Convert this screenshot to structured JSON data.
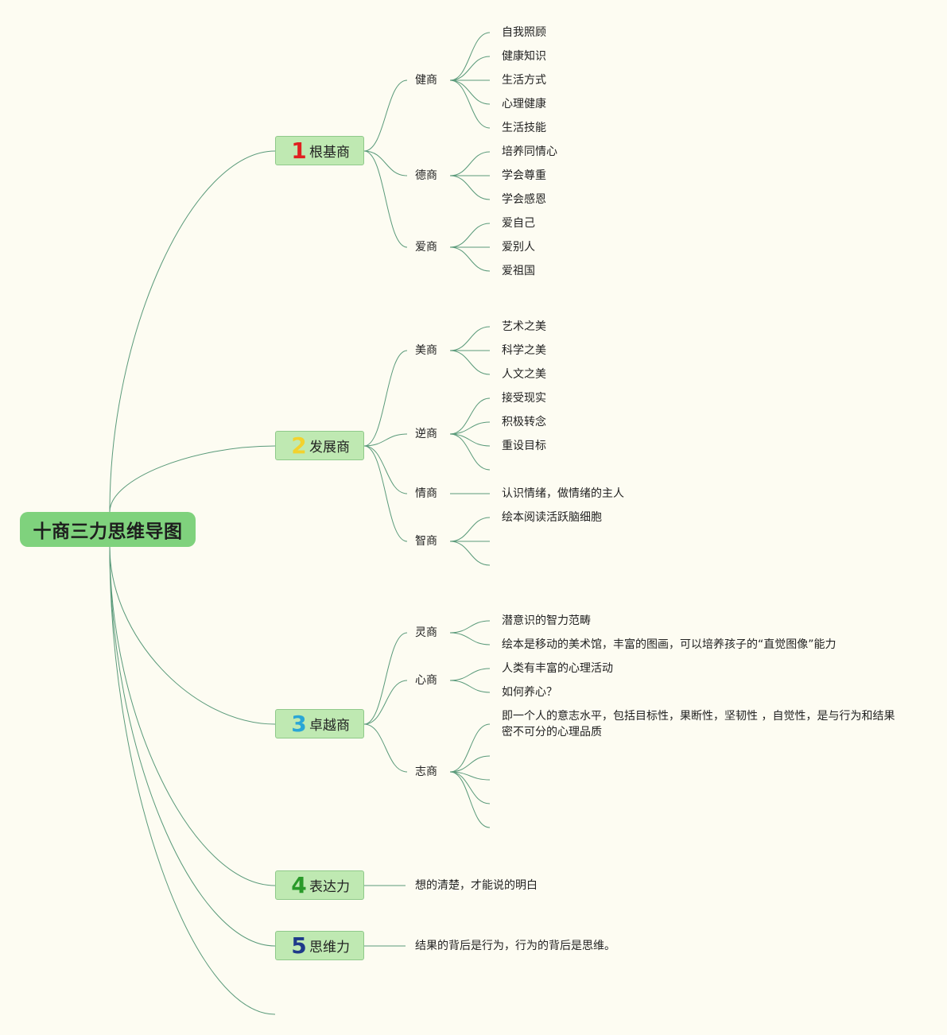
{
  "root": {
    "title": "十商三力思维导图"
  },
  "colors": {
    "background": "#fdfcf2",
    "root_fill": "#7fd27d",
    "branch_fill": "#bfe9b2",
    "line": "#5a9a7a"
  },
  "branches": [
    {
      "number": "1",
      "number_color": "#e02020",
      "label": "根基商",
      "subs": [
        {
          "label": "健商",
          "leaves": [
            "自我照顾",
            "健康知识",
            "生活方式",
            "心理健康",
            "生活技能"
          ]
        },
        {
          "label": "德商",
          "leaves": [
            "培养同情心",
            "学会尊重",
            "学会感恩"
          ]
        },
        {
          "label": "爱商",
          "leaves": [
            "爱自己",
            "爱别人",
            "爱祖国"
          ]
        }
      ]
    },
    {
      "number": "2",
      "number_color": "#f2d22e",
      "label": "发展商",
      "subs": [
        {
          "label": "美商",
          "leaves": [
            "艺术之美",
            "科学之美",
            "人文之美"
          ]
        },
        {
          "label": "逆商",
          "leaves": [
            "接受现实",
            "积极转念",
            "重设目标",
            ""
          ]
        },
        {
          "label": "情商",
          "leaves": [
            "认识情绪，做情绪的主人"
          ]
        },
        {
          "label": "智商",
          "leaves": [
            "绘本阅读活跃脑细胞",
            "",
            ""
          ]
        }
      ]
    },
    {
      "number": "3",
      "number_color": "#2aa6d6",
      "label": "卓越商",
      "subs": [
        {
          "label": "灵商",
          "leaves": [
            "潜意识的智力范畴",
            "绘本是移动的美术馆，丰富的图画，可以培养孩子的“直觉图像”能力"
          ]
        },
        {
          "label": "心商",
          "leaves": [
            "人类有丰富的心理活动",
            "如何养心？"
          ]
        },
        {
          "label": "志商",
          "leaves": [
            "即一个人的意志水平，包括目标性，果断性，坚韧性 ，自觉性，是与行为和结果密不可分的心理品质",
            "",
            "",
            "",
            "",
            ""
          ]
        }
      ]
    },
    {
      "number": "4",
      "number_color": "#2a9a2a",
      "label": "表达力",
      "subs": [
        {
          "label": "想的清楚，才能说的明白",
          "leaves": []
        }
      ]
    },
    {
      "number": "5",
      "number_color": "#1f3a8a",
      "label": "思维力",
      "subs": [
        {
          "label": "结果的背后是行为，行为的背后是思维。",
          "leaves": []
        }
      ]
    }
  ]
}
